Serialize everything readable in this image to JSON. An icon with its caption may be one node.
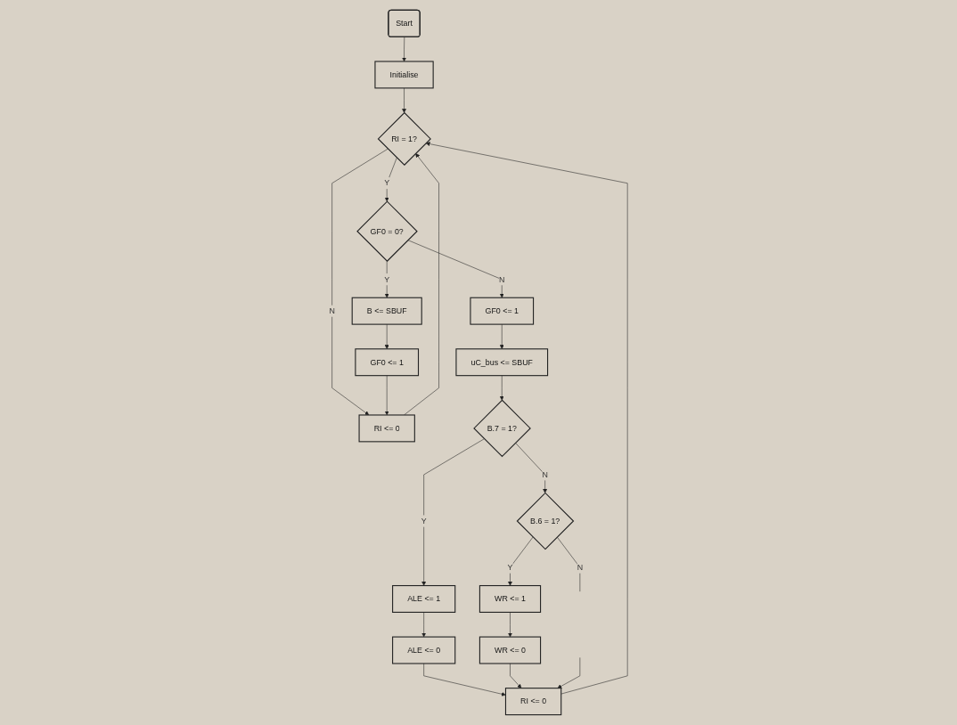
{
  "diagram": {
    "nodes": [
      {
        "text": [
          "Start"
        ]
      },
      {
        "text": [
          "Initialise"
        ]
      },
      {
        "text": [
          "RI = 1?"
        ]
      },
      {
        "text": [
          "GF0 = 0?"
        ]
      },
      {
        "text": [
          "RI <= 0"
        ]
      },
      {
        "text": [
          "B <= SBUF"
        ]
      },
      {
        "text": [
          "GF0 <= 1"
        ]
      },
      {
        "text": [
          "RI <= 0"
        ]
      },
      {
        "text": [
          "GF0 <= 1"
        ]
      },
      {
        "text": [
          "uC_bus <= SBUF"
        ]
      },
      {
        "text": [
          "B.7 = 1?"
        ]
      },
      {
        "text": [
          "ALE <= 1"
        ]
      },
      {
        "text": [
          "ALE <= 0"
        ]
      },
      {
        "text": [
          "B.6 = 1?"
        ]
      },
      {
        "text": [
          "WR <= 1"
        ]
      },
      {
        "text": [
          "WR <= 0"
        ]
      }
    ],
    "edges": [
      {
        "from": 0,
        "to": 1,
        "arrow": "to"
      },
      {
        "from": 1,
        "to": 2,
        "arrow": "to"
      },
      {
        "from": 4,
        "to": 2,
        "arrow": "to"
      },
      {
        "from": 7,
        "to": 2,
        "arrow": "to"
      },
      {
        "from": 2,
        "to": 4,
        "label": "N",
        "arrow": "to"
      },
      {
        "from": 2,
        "to": 3,
        "label": "Y",
        "arrow": "to"
      },
      {
        "from": 3,
        "to": 5,
        "label": "Y",
        "arrow": "to"
      },
      {
        "from": 3,
        "to": 6,
        "label": "N",
        "arrow": "to"
      },
      {
        "from": 5,
        "to": 8,
        "arrow": "to"
      },
      {
        "from": 8,
        "to": 4,
        "arrow": "to"
      },
      {
        "from": 6,
        "to": 9,
        "arrow": "to"
      },
      {
        "from": 9,
        "to": 10,
        "arrow": "to"
      },
      {
        "from": 10,
        "to": 11,
        "label": "Y",
        "arrow": "to"
      },
      {
        "from": 11,
        "to": 12,
        "arrow": "to"
      },
      {
        "from": 12,
        "to": 7,
        "arrow": "to"
      },
      {
        "from": 10,
        "to": 13,
        "label": "N",
        "arrow": "to"
      },
      {
        "from": 13,
        "to": 14,
        "label": "Y",
        "arrow": "to"
      },
      {
        "from": 14,
        "to": 15,
        "arrow": "to"
      },
      {
        "from": 15,
        "to": 7,
        "arrow": "to"
      },
      {
        "from": 13,
        "to": null,
        "label": "N",
        "arrow": "none"
      },
      {
        "from": null,
        "to": 7,
        "arrow": "to"
      }
    ]
  }
}
